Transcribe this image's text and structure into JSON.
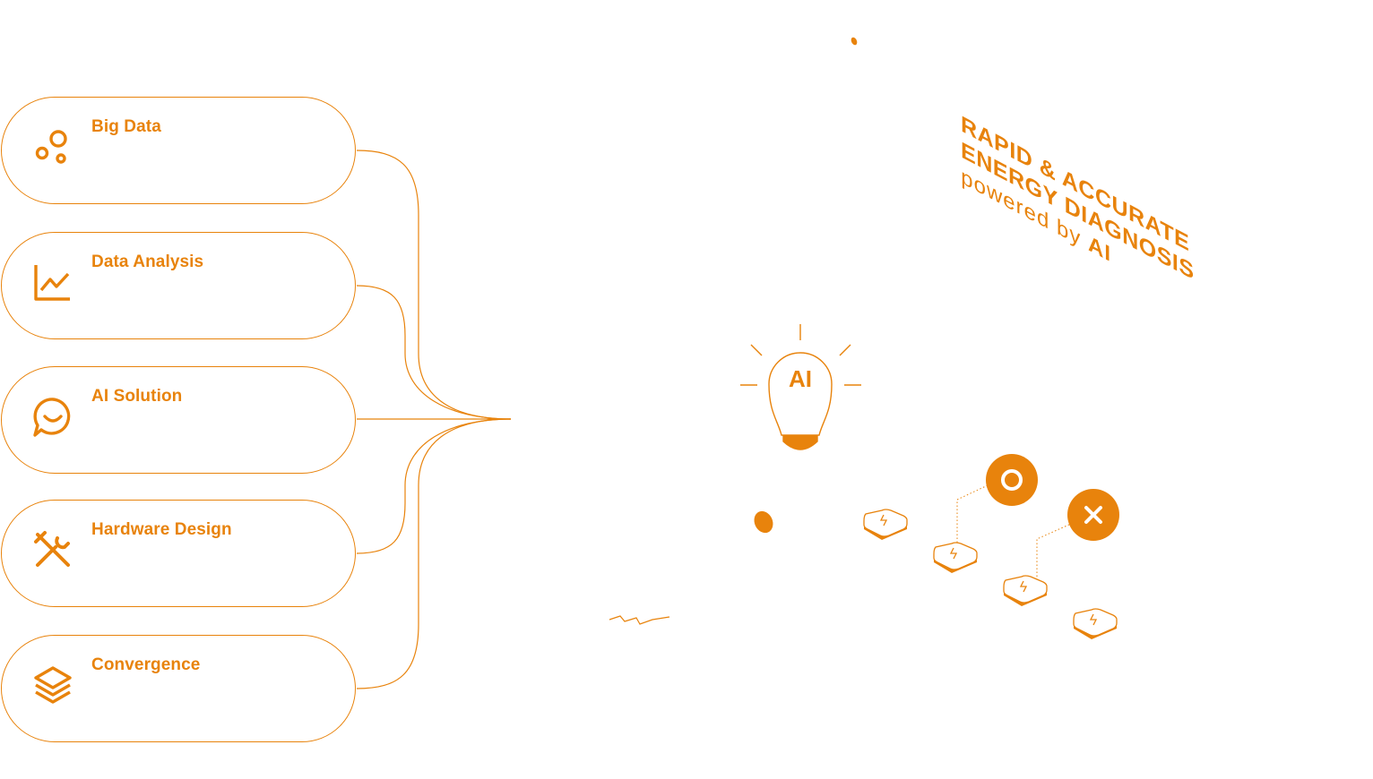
{
  "features": [
    {
      "label": "Big Data",
      "icon": "bubbles-icon"
    },
    {
      "label": "Data Analysis",
      "icon": "line-chart-icon"
    },
    {
      "label": "AI Solution",
      "icon": "chat-smile-icon"
    },
    {
      "label": "Hardware Design",
      "icon": "tools-icon"
    },
    {
      "label": "Convergence",
      "icon": "layers-icon"
    }
  ],
  "headline": {
    "line1": "RAPID & ACCURATE",
    "line2": "ENERGY DIAGNOSIS",
    "powered_prefix": "powered by",
    "powered_ai": "AI"
  },
  "bulb": {
    "label": "AI"
  },
  "status": {
    "ok_symbol": "O",
    "fail_symbol": "✕"
  },
  "colors": {
    "accent": "#e8830c",
    "background": "#ffffff"
  }
}
